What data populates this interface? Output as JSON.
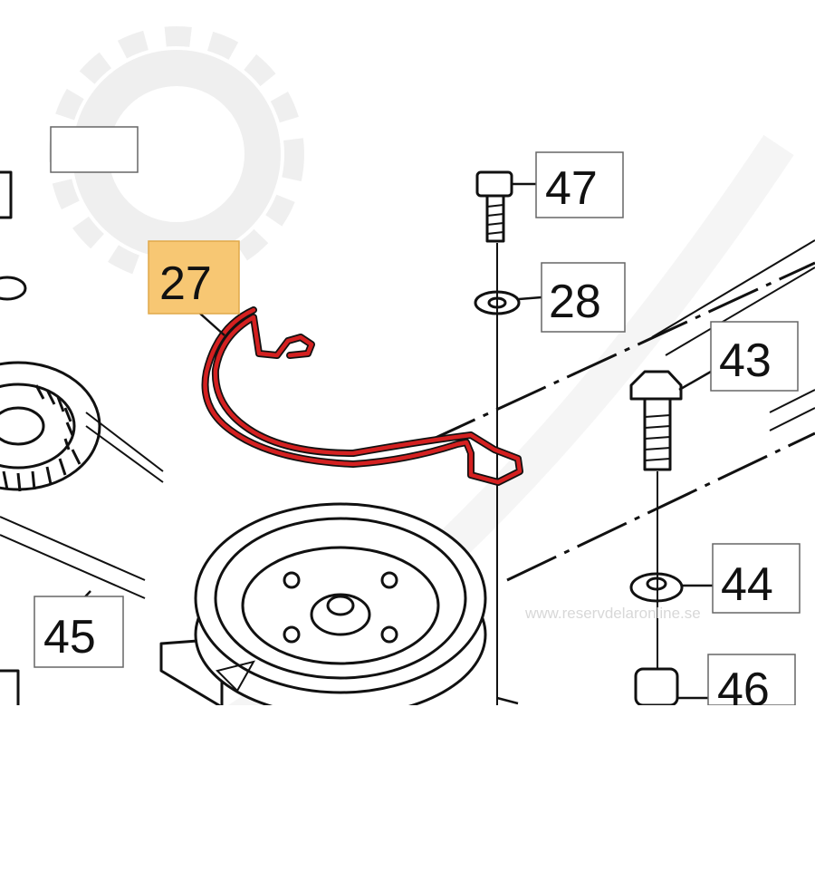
{
  "diagram": {
    "callouts": [
      {
        "id": "27",
        "label": "27",
        "highlight": true
      },
      {
        "id": "47",
        "label": "47"
      },
      {
        "id": "28",
        "label": "28"
      },
      {
        "id": "43",
        "label": "43"
      },
      {
        "id": "44",
        "label": "44"
      },
      {
        "id": "45",
        "label": "45"
      },
      {
        "id": "46",
        "label": "46"
      }
    ],
    "highlighted_part_color": "#d42020",
    "highlight_box_color": "#f7c773",
    "watermark": "www.reservdelaronline.se"
  }
}
